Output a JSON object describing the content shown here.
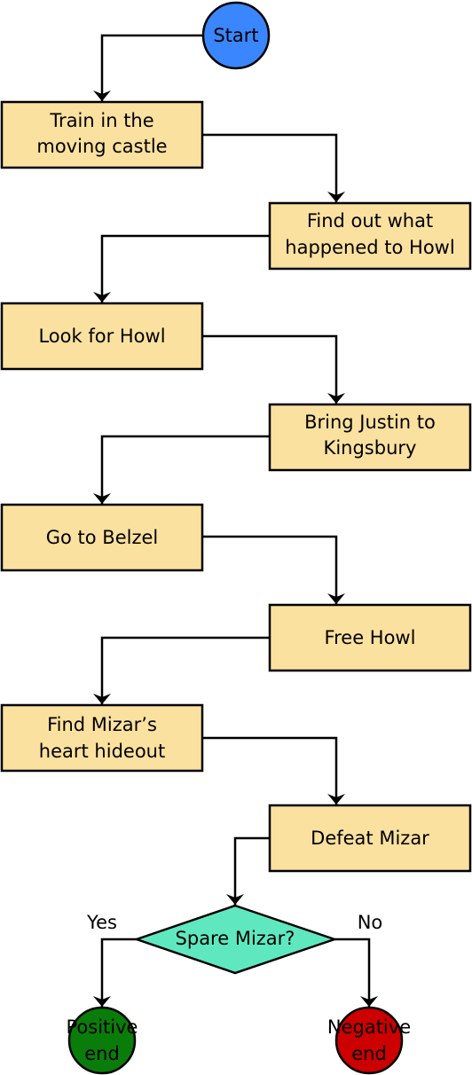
{
  "nodes": {
    "start": {
      "label": "Start",
      "color": "#3a86ff"
    },
    "train": {
      "line1": "Train in the",
      "line2": "moving castle"
    },
    "find_out": {
      "line1": "Find out what",
      "line2": "happened to Howl"
    },
    "look_for": {
      "label": "Look for Howl"
    },
    "bring_justin": {
      "line1": "Bring Justin to",
      "line2": "Kingsbury"
    },
    "go_belzel": {
      "label": "Go to Belzel"
    },
    "free_howl": {
      "label": "Free Howl"
    },
    "find_mizar": {
      "line1": "Find Mizar’s",
      "line2": "heart hideout"
    },
    "defeat_mizar": {
      "label": "Defeat Mizar"
    },
    "spare_mizar": {
      "label": "Spare Mizar?",
      "color": "#5fe8bf"
    },
    "positive_end": {
      "line1": "Positive",
      "line2": "end",
      "color": "#0a7c0a"
    },
    "negative_end": {
      "line1": "Negative",
      "line2": "end",
      "color": "#cc0000"
    }
  },
  "edge_labels": {
    "yes": "Yes",
    "no": "No"
  },
  "colors": {
    "box_fill": "#fbe19f",
    "stroke": "#000000"
  }
}
